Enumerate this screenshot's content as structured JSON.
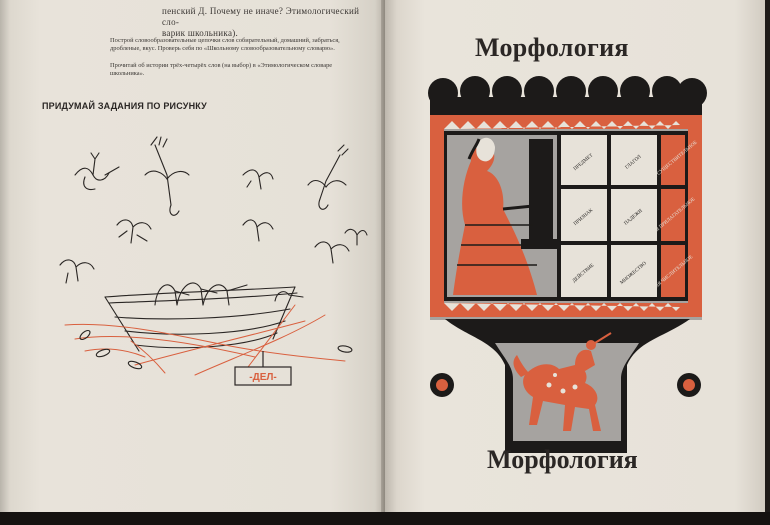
{
  "left_page": {
    "reference": "пенский Д. Почему не иначе? Этимологический сло-\nварик школьника).",
    "paragraph1": "Построй словообразовательные цепочки слов собирательный, домашний, забраться, дробленые, вкус. Проверь себя по «Школьному словообразовательному словарю».",
    "paragraph2": "Прочитай об истории трёх-четырёх слов (на выбор) в «Этимологическом словаре школьника».",
    "task_heading": "ПРИДУМАЙ ЗАДАНИЯ ПО РИСУНКУ",
    "sign_label": "-ДЕЛ-"
  },
  "right_page": {
    "title": "Морфология",
    "grid_words": [
      [
        "ПРЕДМЕТ",
        "ГЛАГОЛ",
        "ИМЯ СУЩЕСТВИТЕЛЬНОЕ"
      ],
      [
        "ПРИЗНАК",
        "ПАДЕЖИ",
        "ИМЯ ПРИЛАГАТЕЛЬНОЕ"
      ],
      [
        "ДЕЙСТВИЕ",
        "МНОЖЕСТВО",
        "ИМЯ ЧИСЛИТЕЛЬНОЕ"
      ]
    ],
    "sign_text": "Морфология"
  },
  "colors": {
    "accent_red": "#d9603f",
    "ink": "#1c1a19",
    "gray": "#a6a3a0",
    "paper": "#e6e1d8"
  }
}
